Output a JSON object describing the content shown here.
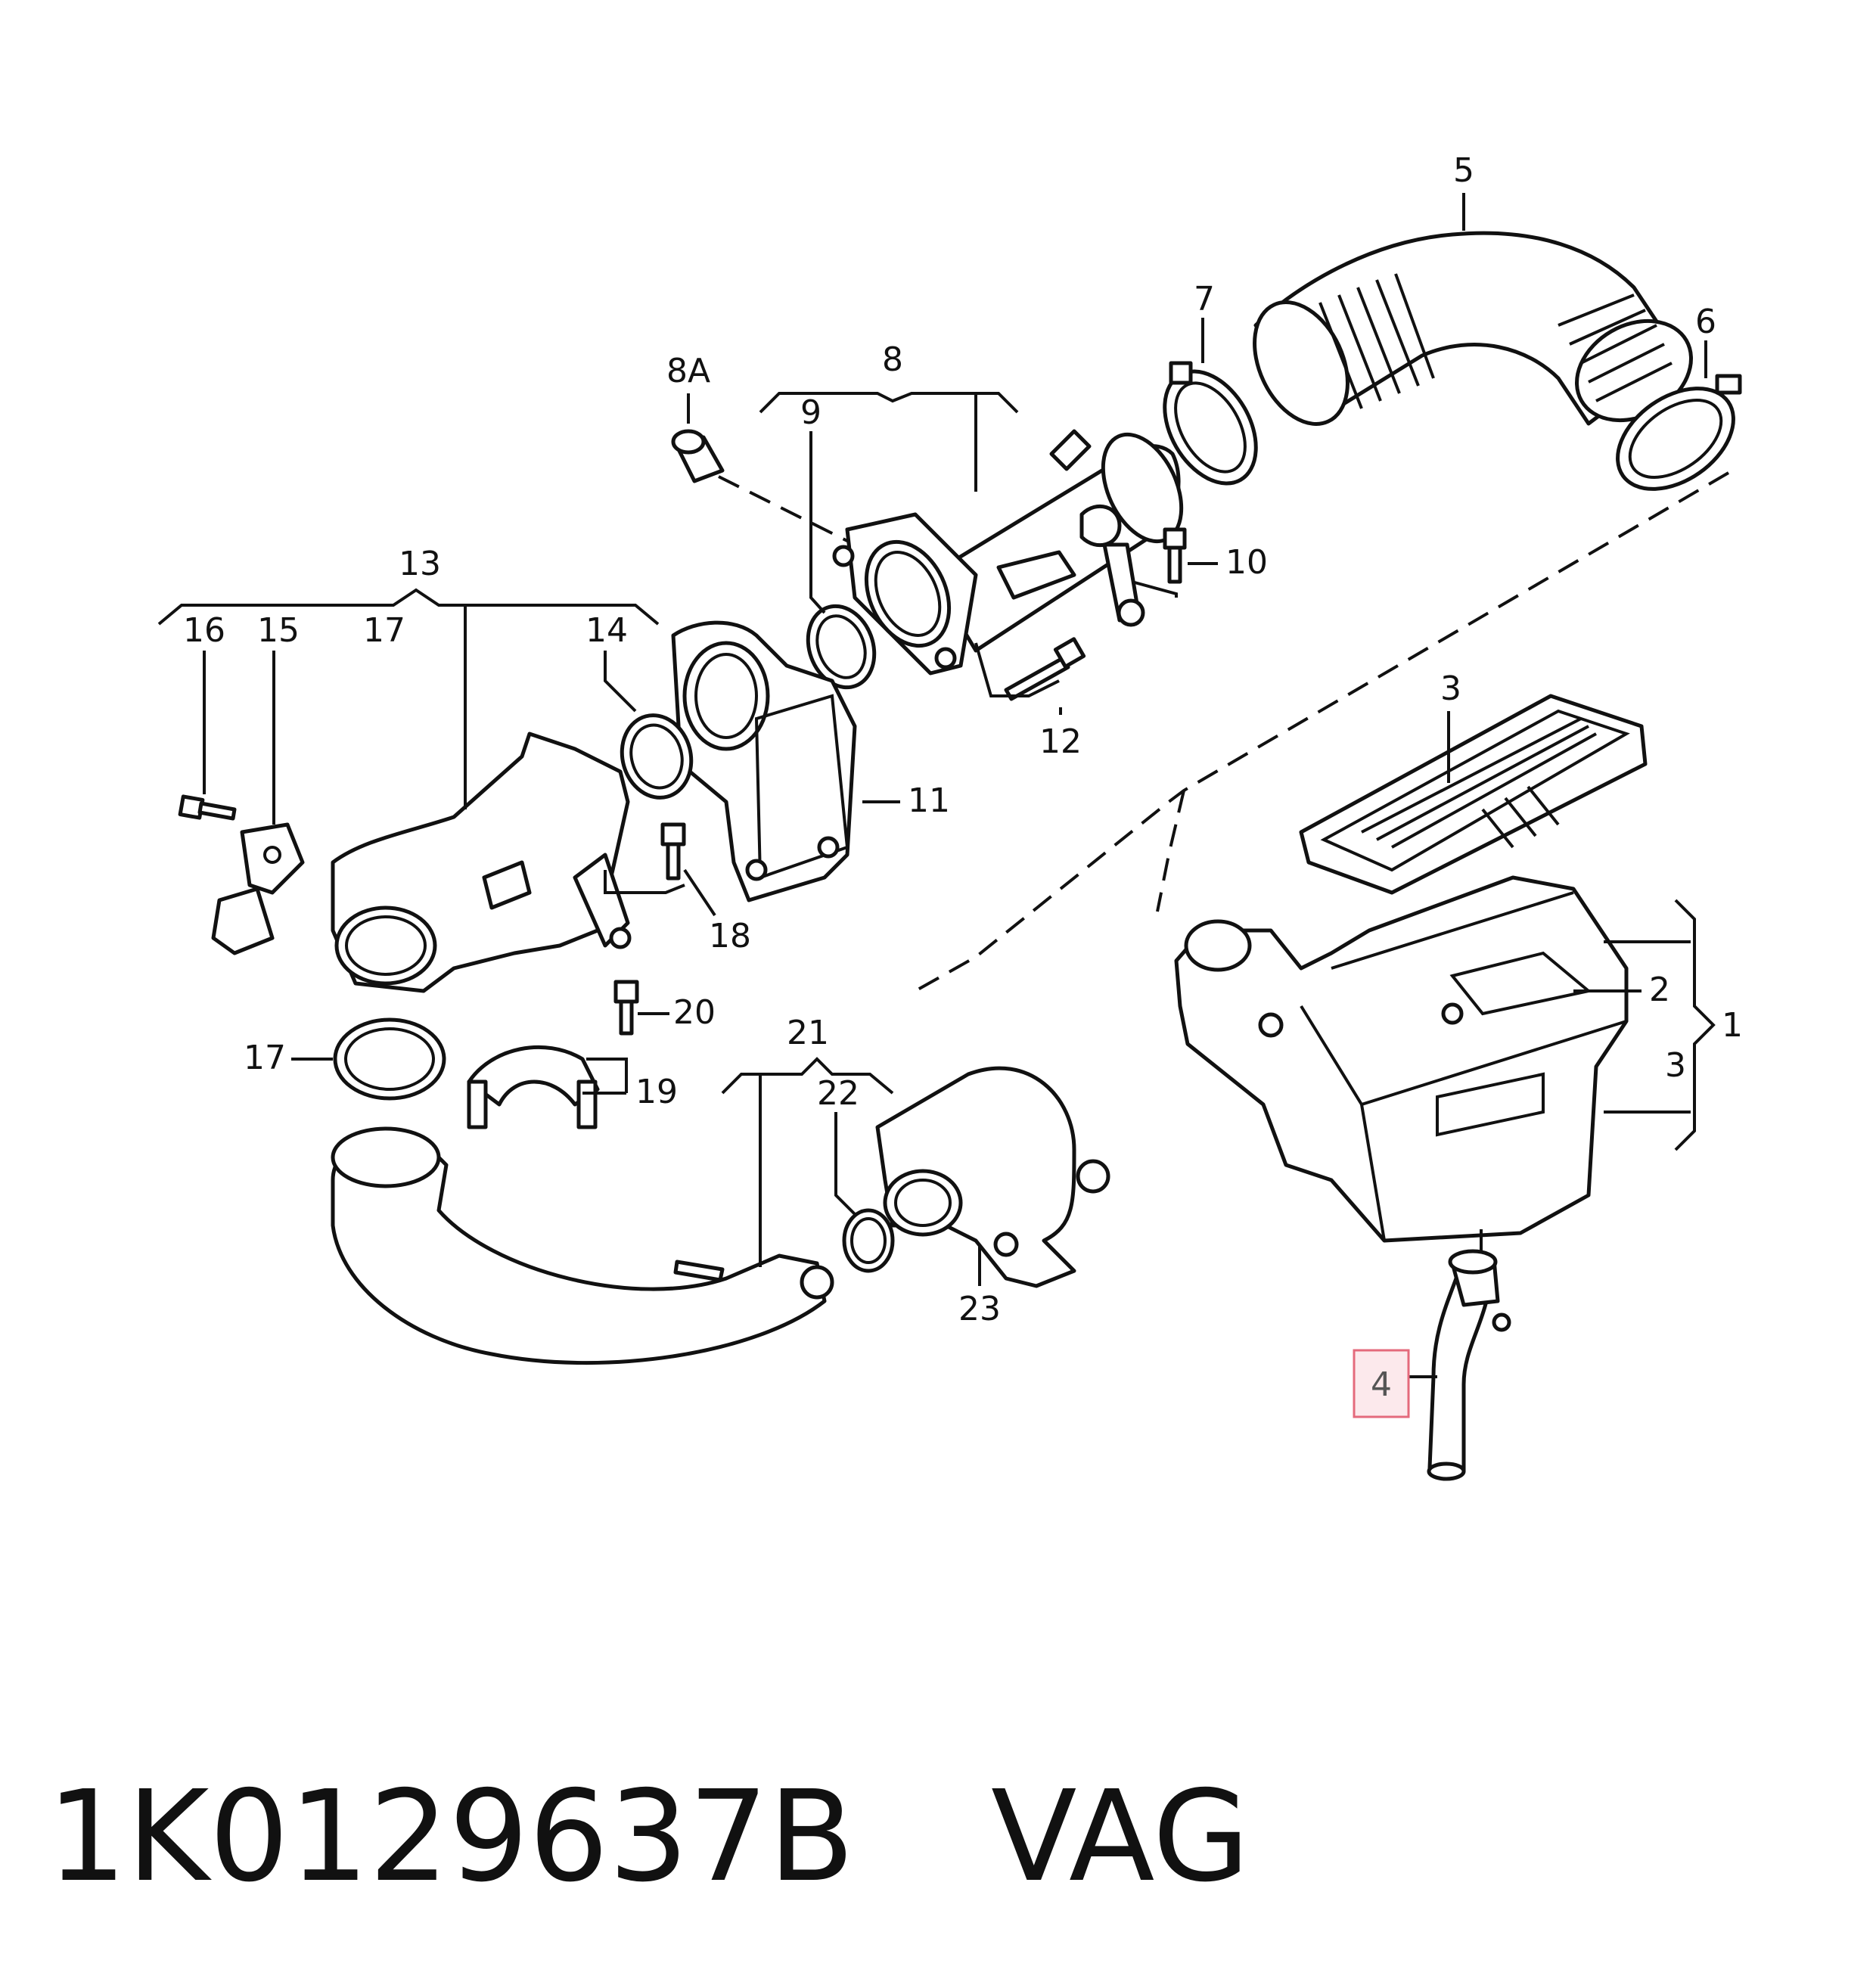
{
  "callouts": {
    "c1": "1",
    "c2": "2",
    "c3a": "3",
    "c3b": "3",
    "c4": "4",
    "c5": "5",
    "c6": "6",
    "c7": "7",
    "c8": "8",
    "c8a": "8A",
    "c9": "9",
    "c10": "10",
    "c11": "11",
    "c12": "12",
    "c13": "13",
    "c14": "14",
    "c15": "15",
    "c16": "16",
    "c17a": "17",
    "c17b": "17",
    "c18": "18",
    "c19": "19",
    "c20": "20",
    "c21": "21",
    "c22": "22",
    "c23": "23"
  },
  "highlighted_callout": "4",
  "highlight_color": "#e46a7c",
  "footer": {
    "part_number": "1K0129637B",
    "brand": "VAG"
  }
}
